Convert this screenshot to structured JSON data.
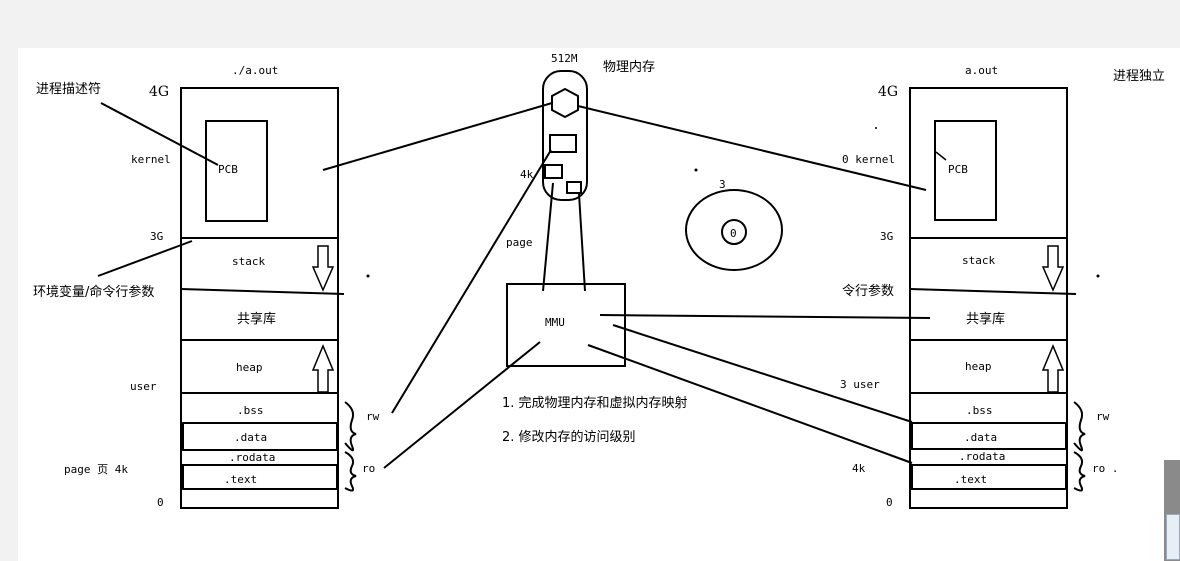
{
  "left": {
    "title": "./a.out",
    "top_label": "4G",
    "kernel_label": "kernel",
    "pcb": "PCB",
    "mark_3g": "3G",
    "user_label": "user",
    "page_label": "page 页 4k",
    "zero": "0",
    "segments": {
      "stack": "stack",
      "shared_lib": "共享库",
      "heap": "heap",
      "bss": ".bss",
      "data": ".data",
      "rodata": ".rodata",
      "text": ".text"
    },
    "rw": "rw",
    "ro": "ro"
  },
  "annotations": {
    "pcb_desc": "进程描述符",
    "env": "环境变量/命令行参数",
    "phys_size": "512M",
    "phys_mem": "物理内存",
    "page_4k": "4k",
    "page": "page",
    "mmu": "MMU",
    "list1": "1.  完成物理内存和虚拟内存映射",
    "list2": "2.  修改内存的访问级别",
    "ring_outer": "3",
    "ring_inner": "0",
    "independent": "进程独立"
  },
  "right": {
    "title": "a.out",
    "top_label": "4G",
    "kernel_label": "0  kernel",
    "pcb": "PCB",
    "mark_3g": "3G",
    "args": "令行参数",
    "user_label": "3  user",
    "k4": "4k",
    "zero": "0",
    "segments": {
      "stack": "stack",
      "shared_lib": "共享库",
      "heap": "heap",
      "bss": ".bss",
      "data": ".data",
      "rodata": ".rodata",
      "text": ".text"
    },
    "rw": "rw",
    "ro": "ro ."
  }
}
